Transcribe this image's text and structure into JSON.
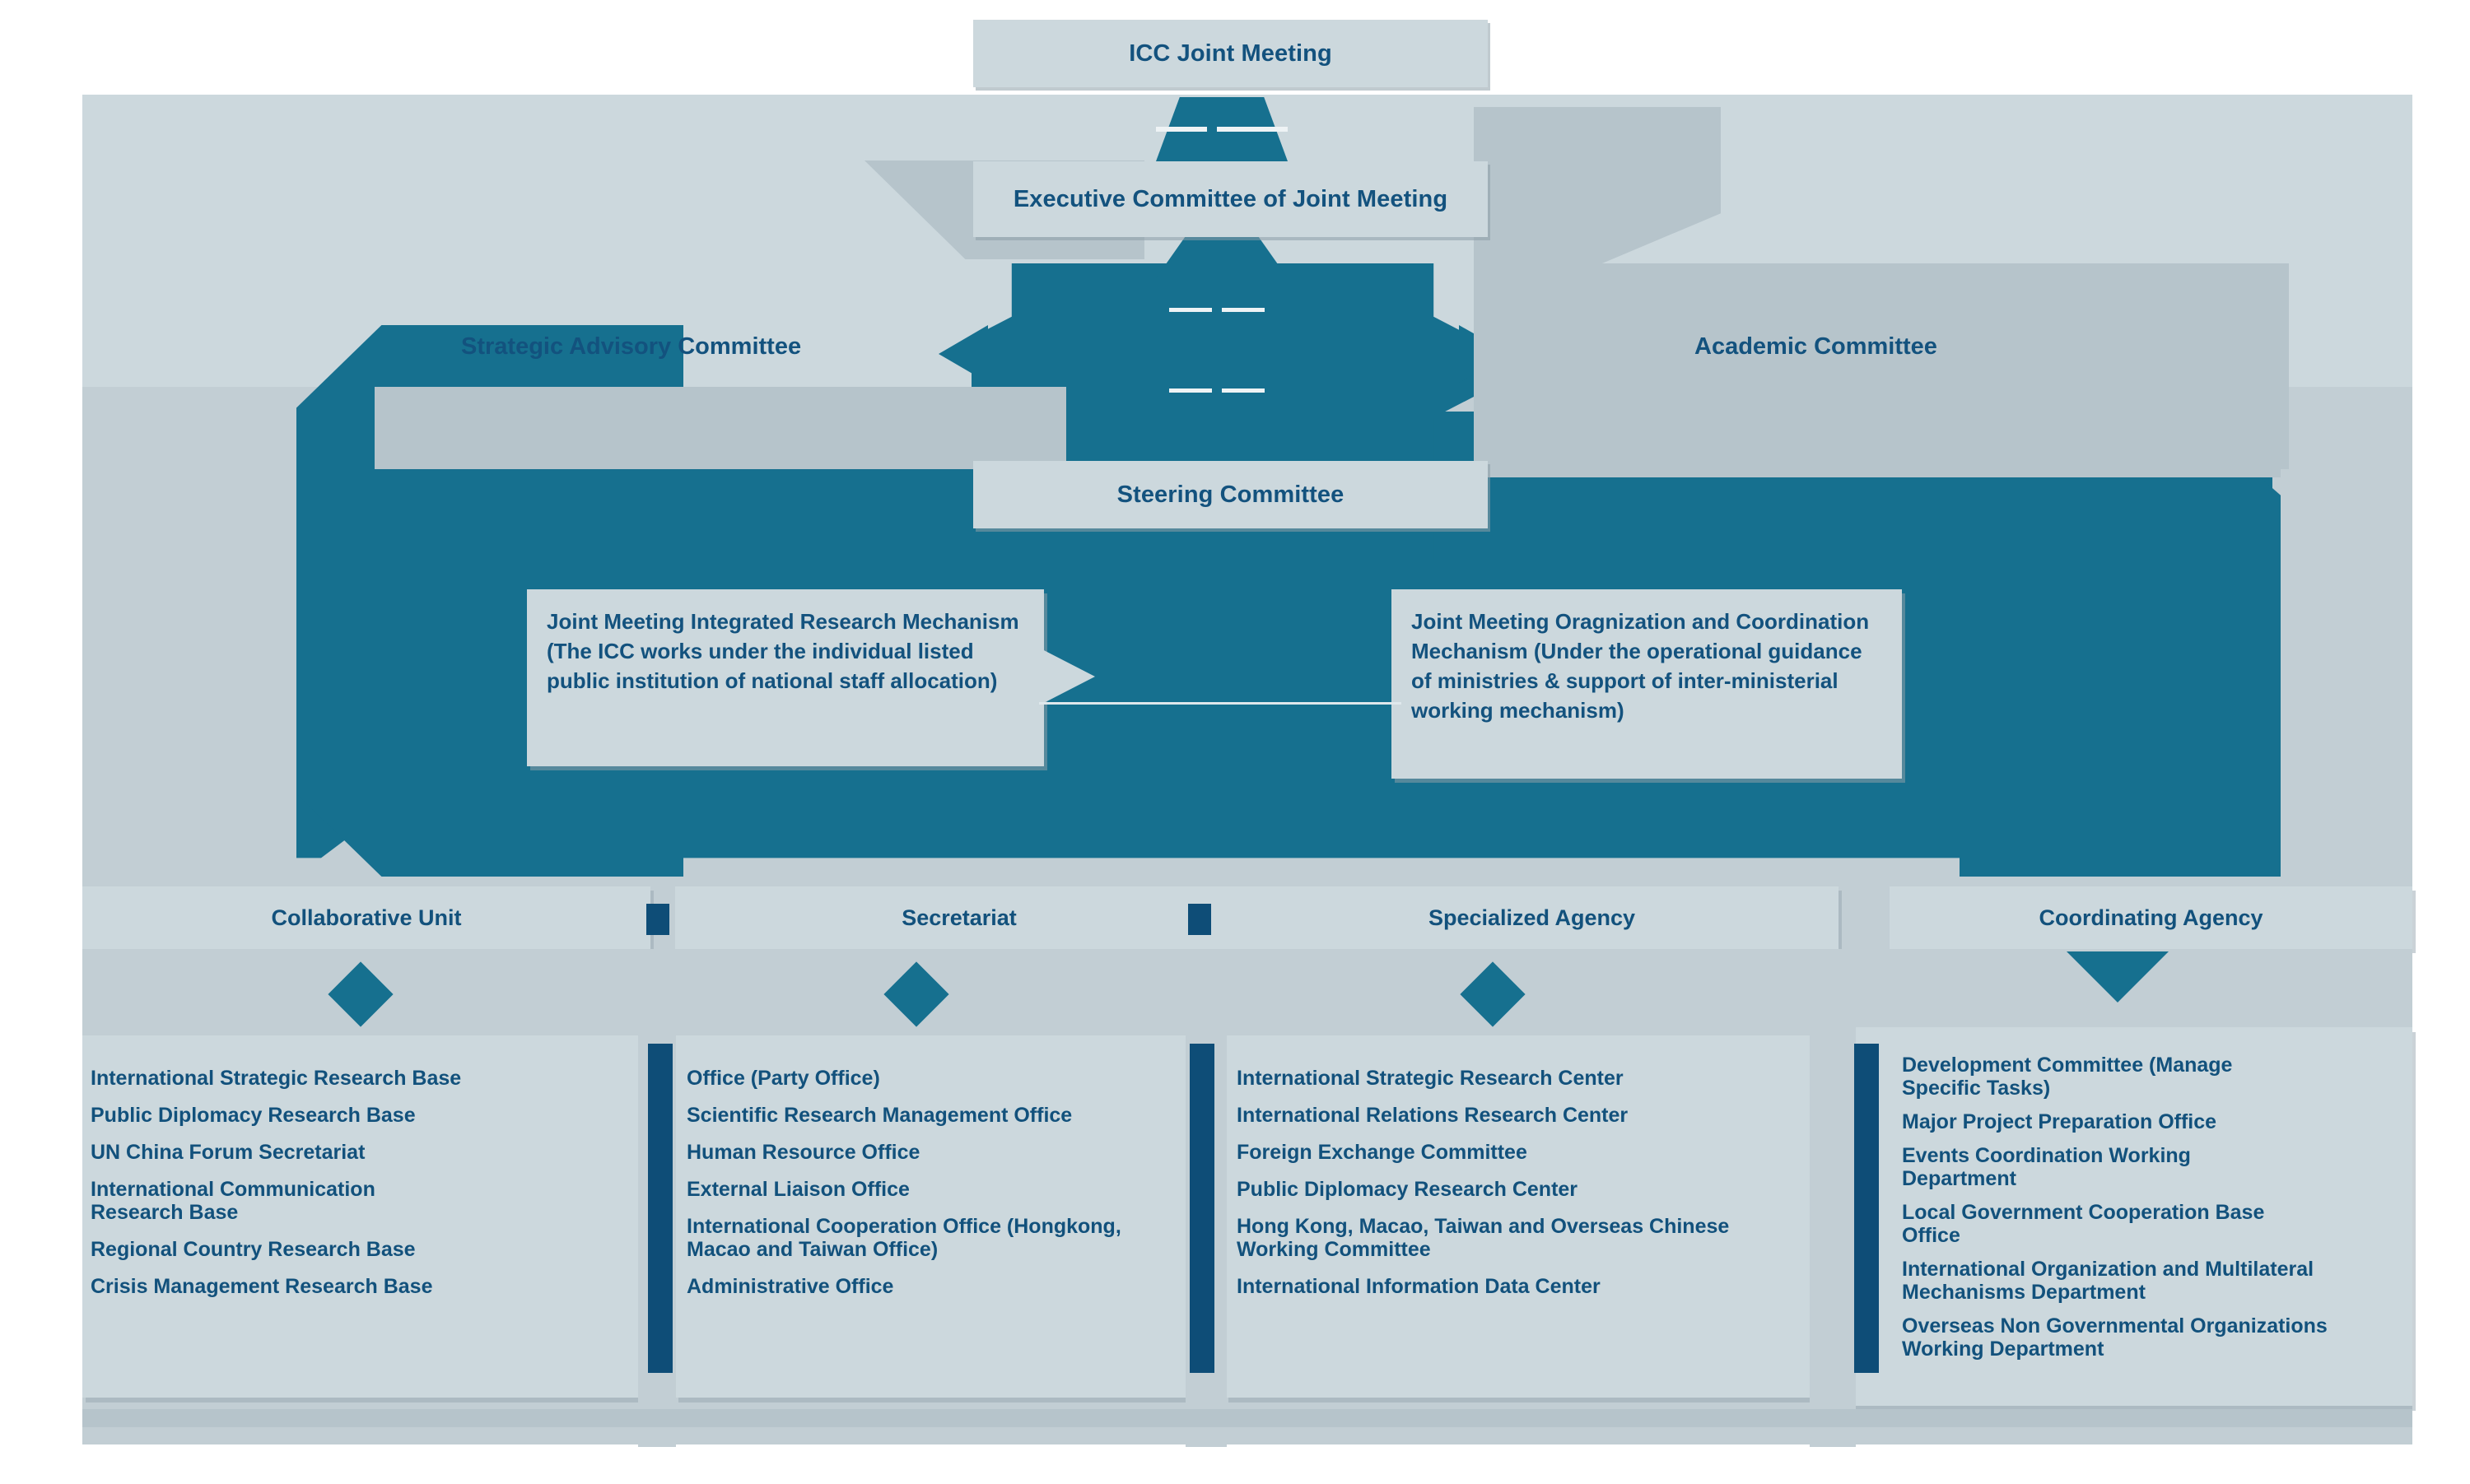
{
  "diagram": {
    "title_nodes": {
      "icc_joint_meeting": "ICC Joint Meeting",
      "executive_committee": "Executive Committee of Joint Meeting",
      "strategic_advisory_committee": "Strategic Advisory Committee",
      "academic_committee": "Academic Committee",
      "steering_committee": "Steering Committee"
    },
    "mechanisms": {
      "left": "Joint Meeting Integrated Research Mechanism (The ICC works under the individual listed public institution of national staff allocation)",
      "right": "Joint Meeting Oragnization and Coordination Mechanism (Under the operational guidance of ministries & support of inter-ministerial working mechanism)"
    },
    "columns": [
      {
        "header": "Collaborative Unit",
        "marker": "diamond",
        "items": [
          "International Strategic Research Base",
          "Public Diplomacy Research Base",
          "UN China Forum Secretariat",
          "International Communication Research Base",
          "Regional Country Research Base",
          "Crisis Management Research Base"
        ]
      },
      {
        "header": "Secretariat",
        "marker": "diamond",
        "items": [
          "Office (Party Office)",
          "Scientific Research Management Office",
          "Human Resource Office",
          "External Liaison Office",
          "International Cooperation Office (Hongkong, Macao and Taiwan Office)",
          "Administrative Office"
        ]
      },
      {
        "header": "Specialized Agency",
        "marker": "diamond",
        "items": [
          "International Strategic Research Center",
          "International Relations Research Center",
          "Foreign Exchange Committee",
          "Public Diplomacy Research Center",
          "Hong Kong, Macao, Taiwan and Overseas Chinese Working Committee",
          "International Information Data Center"
        ]
      },
      {
        "header": "Coordinating Agency",
        "marker": "triangle-down",
        "items": [
          "Development Committee (Manage Specific Tasks)",
          "Major Project Preparation Office",
          "Events Coordination Working Department",
          "Local Government Cooperation Base Office",
          "International Organization and Multilateral Mechanisms Department",
          "Overseas Non Governmental Organizations Working Department"
        ]
      }
    ],
    "colors": {
      "teal": "#16708f",
      "navy": "#0e4d77",
      "text_blue": "#12517c",
      "panel_light": "#ccd8dd",
      "panel_mid": "#c5d1d7",
      "panel_outer": "#c2ced4",
      "page_bg": "#ffffff"
    }
  }
}
